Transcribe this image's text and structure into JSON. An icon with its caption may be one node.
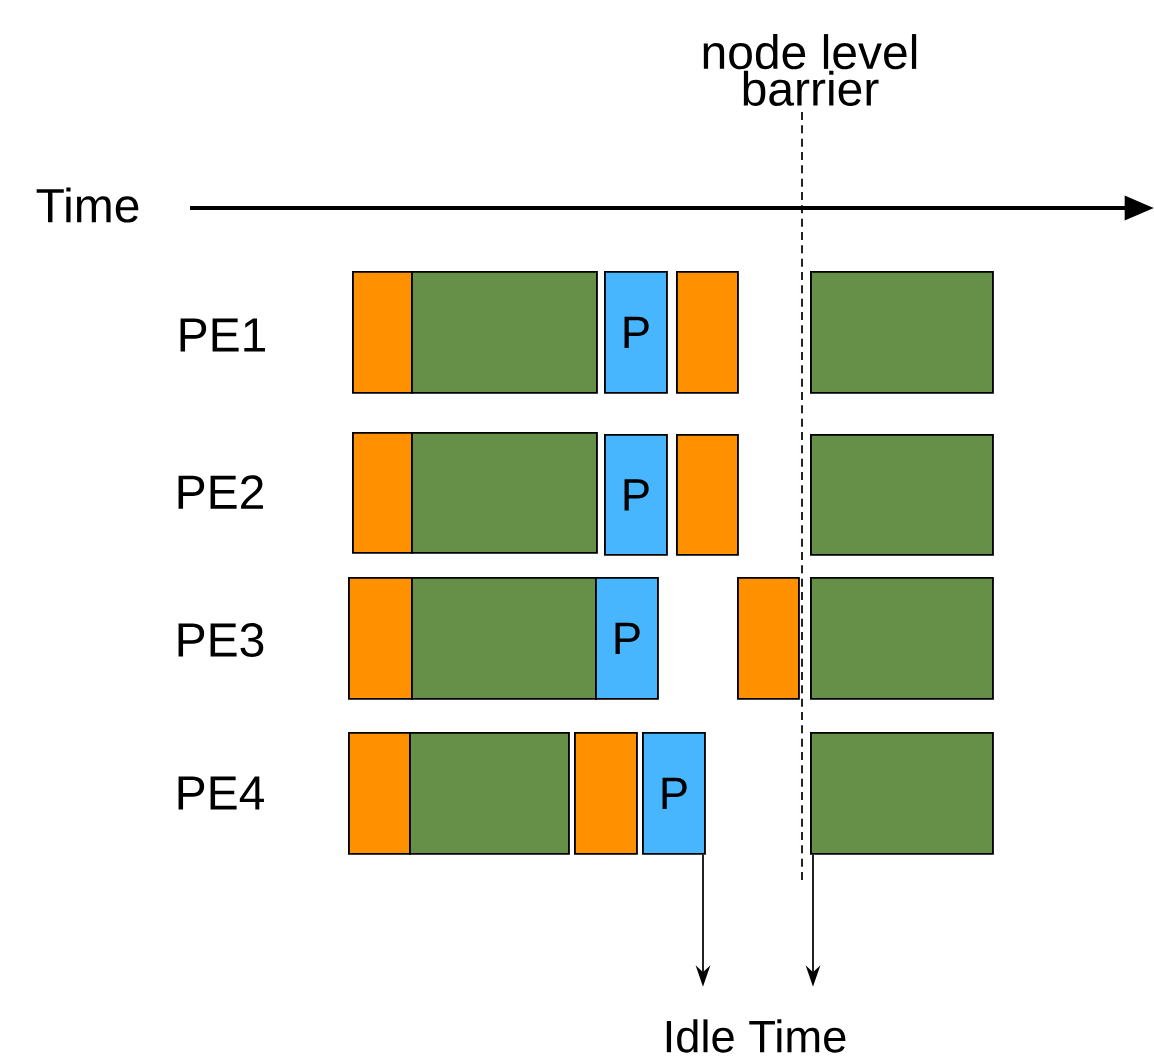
{
  "diagram": {
    "nodes": [
      {
        "text": [],
        "shape": "box"
      },
      {
        "text": [],
        "shape": "box"
      },
      {
        "text": [
          "P"
        ]
      },
      {
        "text": [],
        "shape": "box"
      },
      {
        "text": [],
        "shape": "box"
      },
      {
        "text": [],
        "shape": "box"
      },
      {
        "text": [],
        "shape": "box"
      },
      {
        "text": [
          "P"
        ]
      },
      {
        "text": [],
        "shape": "box"
      },
      {
        "text": [],
        "shape": "box"
      },
      {
        "text": [],
        "shape": "box"
      },
      {
        "text": [],
        "shape": "box"
      },
      {
        "text": [
          "P"
        ]
      },
      {
        "text": [],
        "shape": "box"
      },
      {
        "text": [],
        "shape": "box"
      },
      {
        "text": [],
        "shape": "box"
      },
      {
        "text": [],
        "shape": "box"
      },
      {
        "text": [],
        "shape": "box"
      },
      {
        "text": [
          "P"
        ]
      },
      {
        "text": [],
        "shape": "box"
      },
      {
        "text": [
          "Idle Time"
        ]
      }
    ],
    "edges": [
      {
        "from": 18,
        "to": 20,
        "arrow": "to"
      },
      {
        "from": 19,
        "to": 20,
        "arrow": "to"
      }
    ],
    "labels": [
      "node level barrier",
      "Time",
      "PE1",
      "PE2",
      "PE3",
      "PE4"
    ]
  }
}
